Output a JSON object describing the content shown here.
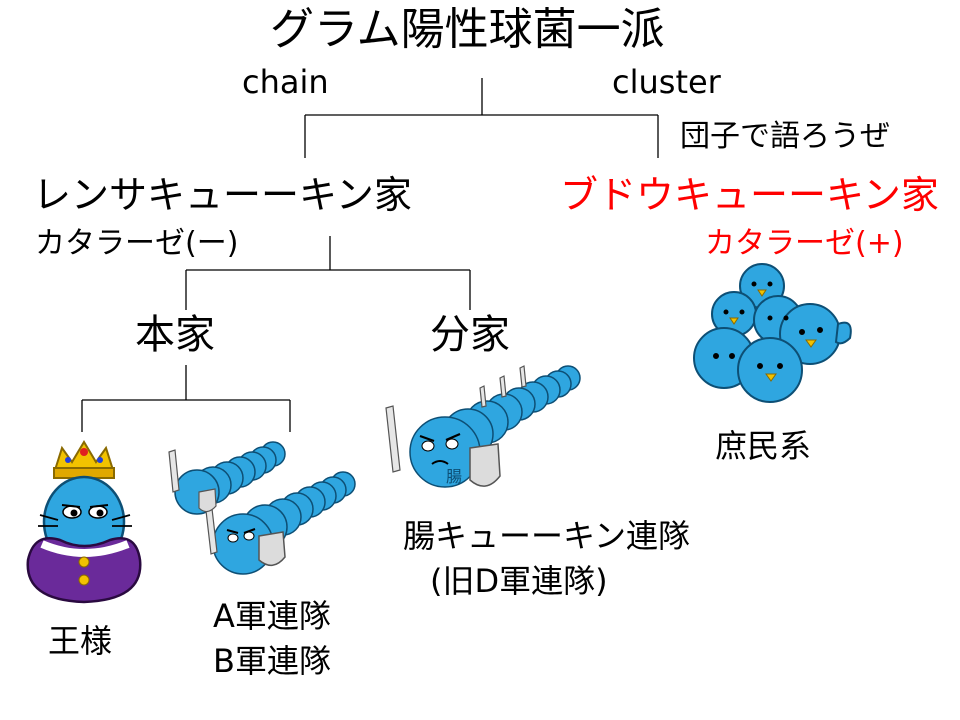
{
  "title": "グラム陽性球菌一派",
  "labels": {
    "chain": "chain",
    "cluster": "cluster",
    "cluster_note": "団子で語ろうぜ",
    "strep_family": "レンサキューーキン家",
    "strep_catalase": "カタラーゼ(ー)",
    "staph_family": "ブドウキューーキン家",
    "staph_catalase": "カタラーゼ(+)",
    "main_family": "本家",
    "branch_family": "分家",
    "king": "王様",
    "army_ab_line1": "A軍連隊",
    "army_ab_line2": "B軍連隊",
    "enterococcus_line1": "腸キューーキン連隊",
    "enterococcus_line2": "(旧D軍連隊)",
    "commoners": "庶民系",
    "shield_text": "腸"
  },
  "colors": {
    "text": "#000000",
    "highlight": "#ff0000",
    "bacteria_blue": "#2fa6e0",
    "bacteria_dark": "#1b7fb8",
    "robe_purple": "#6a2a9a",
    "crown_gold": "#f2c200"
  }
}
